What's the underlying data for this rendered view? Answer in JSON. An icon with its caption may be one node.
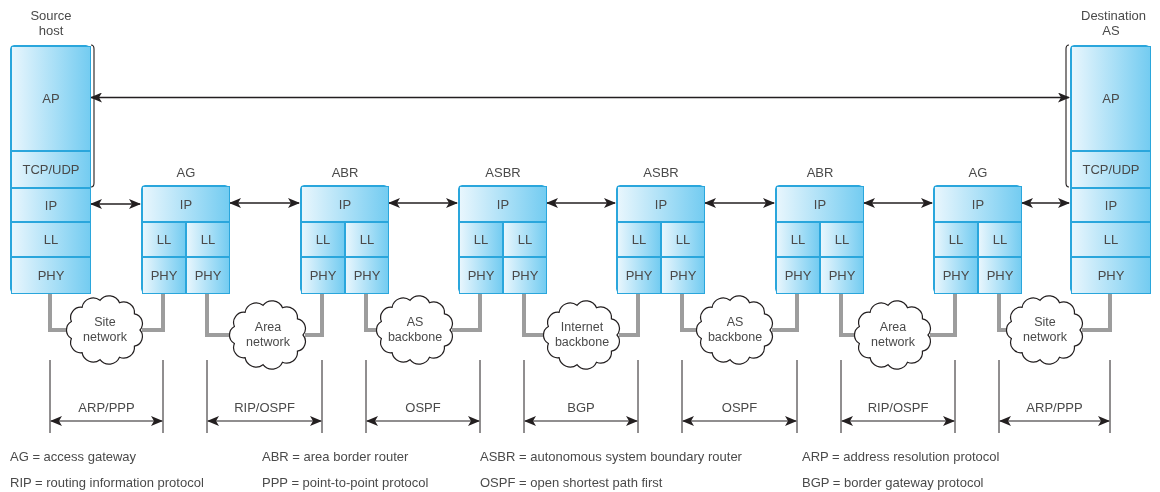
{
  "diagram": {
    "nodes": [
      {
        "text": [
          "Source host"
        ]
      },
      {
        "text": [
          "AP"
        ],
        "in": 0
      },
      {
        "text": [
          "TCP/UDP"
        ],
        "in": 0
      },
      {
        "text": [
          "IP"
        ],
        "in": 0
      },
      {
        "text": [
          "LL"
        ],
        "in": 0
      },
      {
        "text": [
          "PHY"
        ],
        "in": 0
      },
      {
        "text": [
          "Site network"
        ]
      },
      {
        "text": [
          "AG"
        ]
      },
      {
        "text": [
          "IP"
        ],
        "in": 7
      },
      {
        "text": [
          "LL"
        ],
        "in": 7
      },
      {
        "text": [
          "LL"
        ],
        "in": 7
      },
      {
        "text": [
          "PHY"
        ],
        "in": 7
      },
      {
        "text": [
          "PHY"
        ],
        "in": 7
      },
      {
        "text": [
          "Area network"
        ]
      },
      {
        "text": [
          "ABR"
        ]
      },
      {
        "text": [
          "IP"
        ],
        "in": 14
      },
      {
        "text": [
          "LL"
        ],
        "in": 14
      },
      {
        "text": [
          "LL"
        ],
        "in": 14
      },
      {
        "text": [
          "PHY"
        ],
        "in": 14
      },
      {
        "text": [
          "PHY"
        ],
        "in": 14
      },
      {
        "text": [
          "AS backbone"
        ]
      },
      {
        "text": [
          "ASBR"
        ]
      },
      {
        "text": [
          "IP"
        ],
        "in": 21
      },
      {
        "text": [
          "LL"
        ],
        "in": 21
      },
      {
        "text": [
          "LL"
        ],
        "in": 21
      },
      {
        "text": [
          "PHY"
        ],
        "in": 21
      },
      {
        "text": [
          "PHY"
        ],
        "in": 21
      },
      {
        "text": [
          "Internet backbone"
        ]
      },
      {
        "text": [
          "ASBR"
        ]
      },
      {
        "text": [
          "IP"
        ],
        "in": 28
      },
      {
        "text": [
          "LL"
        ],
        "in": 28
      },
      {
        "text": [
          "LL"
        ],
        "in": 28
      },
      {
        "text": [
          "PHY"
        ],
        "in": 28
      },
      {
        "text": [
          "PHY"
        ],
        "in": 28
      },
      {
        "text": [
          "AS backbone"
        ]
      },
      {
        "text": [
          "ABR"
        ]
      },
      {
        "text": [
          "IP"
        ],
        "in": 35
      },
      {
        "text": [
          "LL"
        ],
        "in": 35
      },
      {
        "text": [
          "LL"
        ],
        "in": 35
      },
      {
        "text": [
          "PHY"
        ],
        "in": 35
      },
      {
        "text": [
          "PHY"
        ],
        "in": 35
      },
      {
        "text": [
          "Area network"
        ]
      },
      {
        "text": [
          "AG"
        ]
      },
      {
        "text": [
          "IP"
        ],
        "in": 42
      },
      {
        "text": [
          "LL"
        ],
        "in": 42
      },
      {
        "text": [
          "LL"
        ],
        "in": 42
      },
      {
        "text": [
          "PHY"
        ],
        "in": 42
      },
      {
        "text": [
          "PHY"
        ],
        "in": 42
      },
      {
        "text": [
          "Site network"
        ]
      },
      {
        "text": [
          "Destination AS"
        ]
      },
      {
        "text": [
          "AP"
        ],
        "in": 49
      },
      {
        "text": [
          "TCP/UDP"
        ],
        "in": 49
      },
      {
        "text": [
          "IP"
        ],
        "in": 49
      },
      {
        "text": [
          "LL"
        ],
        "in": 49
      },
      {
        "text": [
          "PHY"
        ],
        "in": 49
      }
    ],
    "edges": [
      {
        "from": 1,
        "to": 50,
        "arrow": "both",
        "color": "#231f20"
      },
      {
        "from": 3,
        "to": 8,
        "arrow": "both",
        "color": "#231f20"
      },
      {
        "from": 8,
        "to": 15,
        "arrow": "both",
        "color": "#231f20"
      },
      {
        "from": 15,
        "to": 22,
        "arrow": "both",
        "color": "#231f20"
      },
      {
        "from": 22,
        "to": 29,
        "arrow": "both",
        "color": "#231f20"
      },
      {
        "from": 29,
        "to": 36,
        "arrow": "both",
        "color": "#231f20"
      },
      {
        "from": 36,
        "to": 43,
        "arrow": "both",
        "color": "#231f20"
      },
      {
        "from": 43,
        "to": 52,
        "arrow": "both",
        "color": "#231f20"
      },
      {
        "from": 5,
        "to": 6,
        "arrow": "none"
      },
      {
        "from": 6,
        "to": 11,
        "arrow": "none"
      },
      {
        "from": 12,
        "to": 13,
        "arrow": "none"
      },
      {
        "from": 13,
        "to": 18,
        "arrow": "none"
      },
      {
        "from": 19,
        "to": 20,
        "arrow": "none"
      },
      {
        "from": 20,
        "to": 25,
        "arrow": "none"
      },
      {
        "from": 26,
        "to": 27,
        "arrow": "none"
      },
      {
        "from": 27,
        "to": 32,
        "arrow": "none"
      },
      {
        "from": 33,
        "to": 34,
        "arrow": "none"
      },
      {
        "from": 34,
        "to": 39,
        "arrow": "none"
      },
      {
        "from": 40,
        "to": 41,
        "arrow": "none"
      },
      {
        "from": 41,
        "to": 46,
        "arrow": "none"
      },
      {
        "from": 47,
        "to": 48,
        "arrow": "none"
      },
      {
        "from": 48,
        "to": 54,
        "arrow": "none"
      }
    ],
    "labels": [
      "ARP/PPP",
      "RIP/OSPF",
      "OSPF",
      "BGP",
      "OSPF",
      "RIP/OSPF",
      "ARP/PPP",
      "AG = access gateway",
      "ABR = area border router",
      "ASBR = autonomous system boundary router",
      "ARP = address resolution protocol",
      "RIP = routing information protocol",
      "PPP = point-to-point protocol",
      "OSPF = open shortest path first",
      "BGP = border gateway protocol"
    ]
  }
}
